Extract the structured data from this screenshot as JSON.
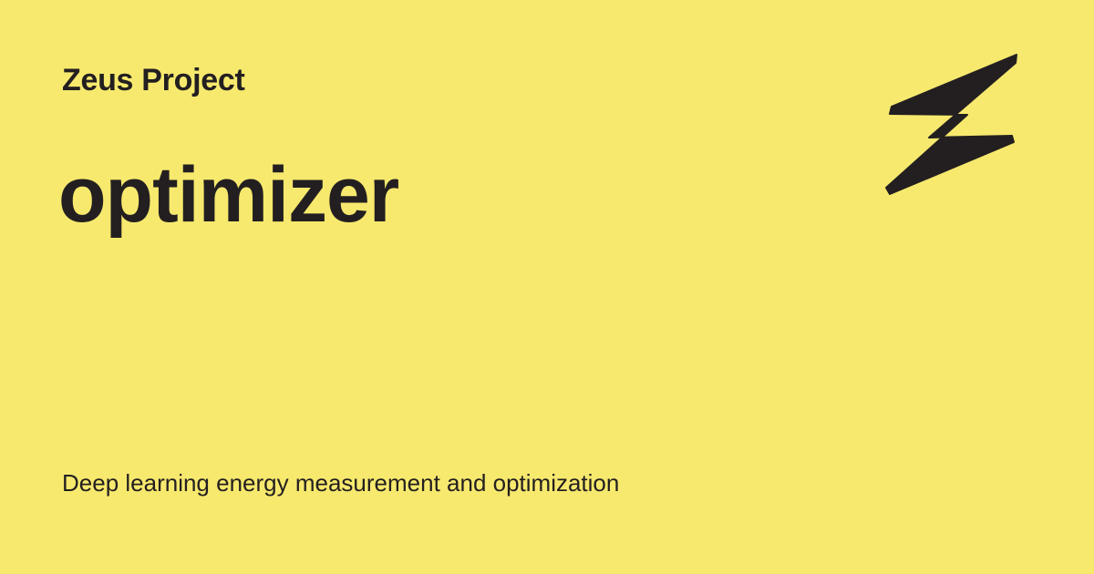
{
  "social_card": {
    "site_name": "Zeus Project",
    "page_title": "optimizer",
    "description": "Deep learning energy measurement and optimization",
    "logo_icon": "lightning-bolt-icon",
    "colors": {
      "background": "#f7e96e",
      "text": "#231f20",
      "logo": "#231f20"
    }
  }
}
